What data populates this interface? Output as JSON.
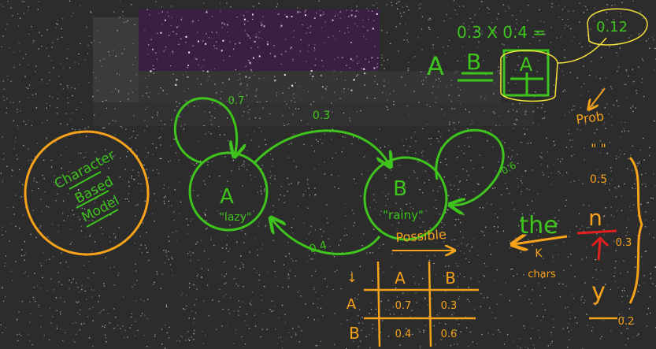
{
  "colors": {
    "background": "#2c2c2c",
    "green": "#3ec41c",
    "orange": "#f6a21a",
    "yellow": "#f3e23a",
    "red": "#e22020",
    "speckle": "#d9d9d9",
    "night_sky": "#3a1f44"
  },
  "model_label": {
    "line1": "Character",
    "line2": "Based",
    "line3": "Model"
  },
  "states": {
    "a": {
      "letter": "A",
      "word": "\"lazy\""
    },
    "b": {
      "letter": "B",
      "word": "\"rainy\""
    }
  },
  "transitions": {
    "a_to_a": "0.7",
    "a_to_b": "0.3",
    "b_to_a": "0.4",
    "b_to_b": "0.6"
  },
  "calculation": {
    "expr": "0.3 X 0.4 =",
    "result": "0.12",
    "seq_a": "A",
    "seq_b": "B",
    "seq_box": "A"
  },
  "table": {
    "possible_label": "Possible",
    "corner": "↓",
    "col_a": "A",
    "col_b": "B",
    "row_a": "A",
    "row_b": "B",
    "aa": "0.7",
    "ab": "0.3",
    "ba": "0.4",
    "bb": "0.6"
  },
  "next_char": {
    "prob_label": "Prob",
    "quotes": "\"   \"",
    "q_value": "0.5",
    "context": "the",
    "k": "K",
    "chars": "chars",
    "candidate_n": "n",
    "n_value": "0.3",
    "candidate_y": "y",
    "y_value": "0.2"
  }
}
